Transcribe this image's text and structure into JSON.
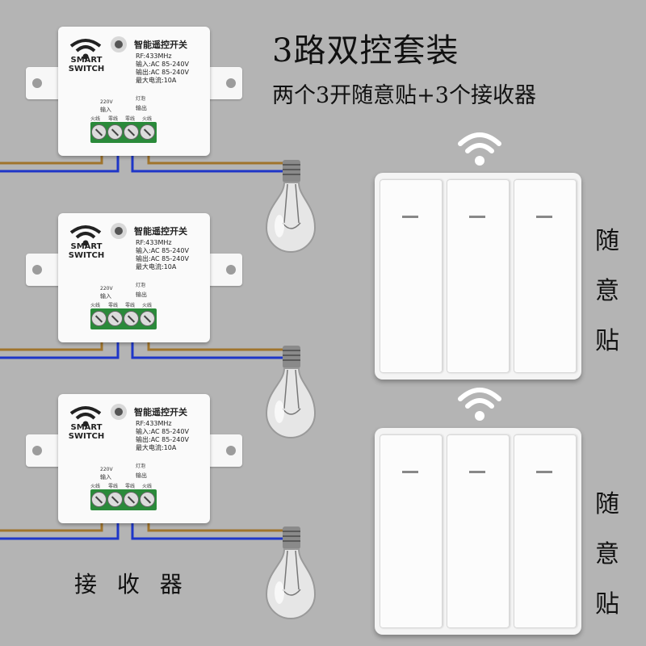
{
  "title": "3路双控套装",
  "subtitle": "两个3开随意贴+3个接收器",
  "receiver_label": "接 收 器",
  "side_label_chars": [
    "随",
    "意",
    "贴"
  ],
  "receiver": {
    "brand_line1": "SMART",
    "brand_line2": "SWITCH",
    "spec_title": "智能遥控开关",
    "rf": "RF:433MHz",
    "input": "输入:AC 85-240V",
    "output": "输出:AC 85-240V",
    "max_current": "最大电流:10A",
    "voltage": "220V",
    "input_label": "输入",
    "lamp_label": "灯泡",
    "output_label": "输出",
    "terminal_labels": [
      "火线",
      "零线",
      "零线",
      "火线"
    ]
  },
  "colors": {
    "background": "#b4b4b4",
    "wire_brown": "#a0742c",
    "wire_blue": "#1e36c8",
    "terminal_green": "#2a8a3a"
  },
  "icons": [
    "wifi-icon",
    "light-bulb-icon",
    "screw-icon"
  ]
}
